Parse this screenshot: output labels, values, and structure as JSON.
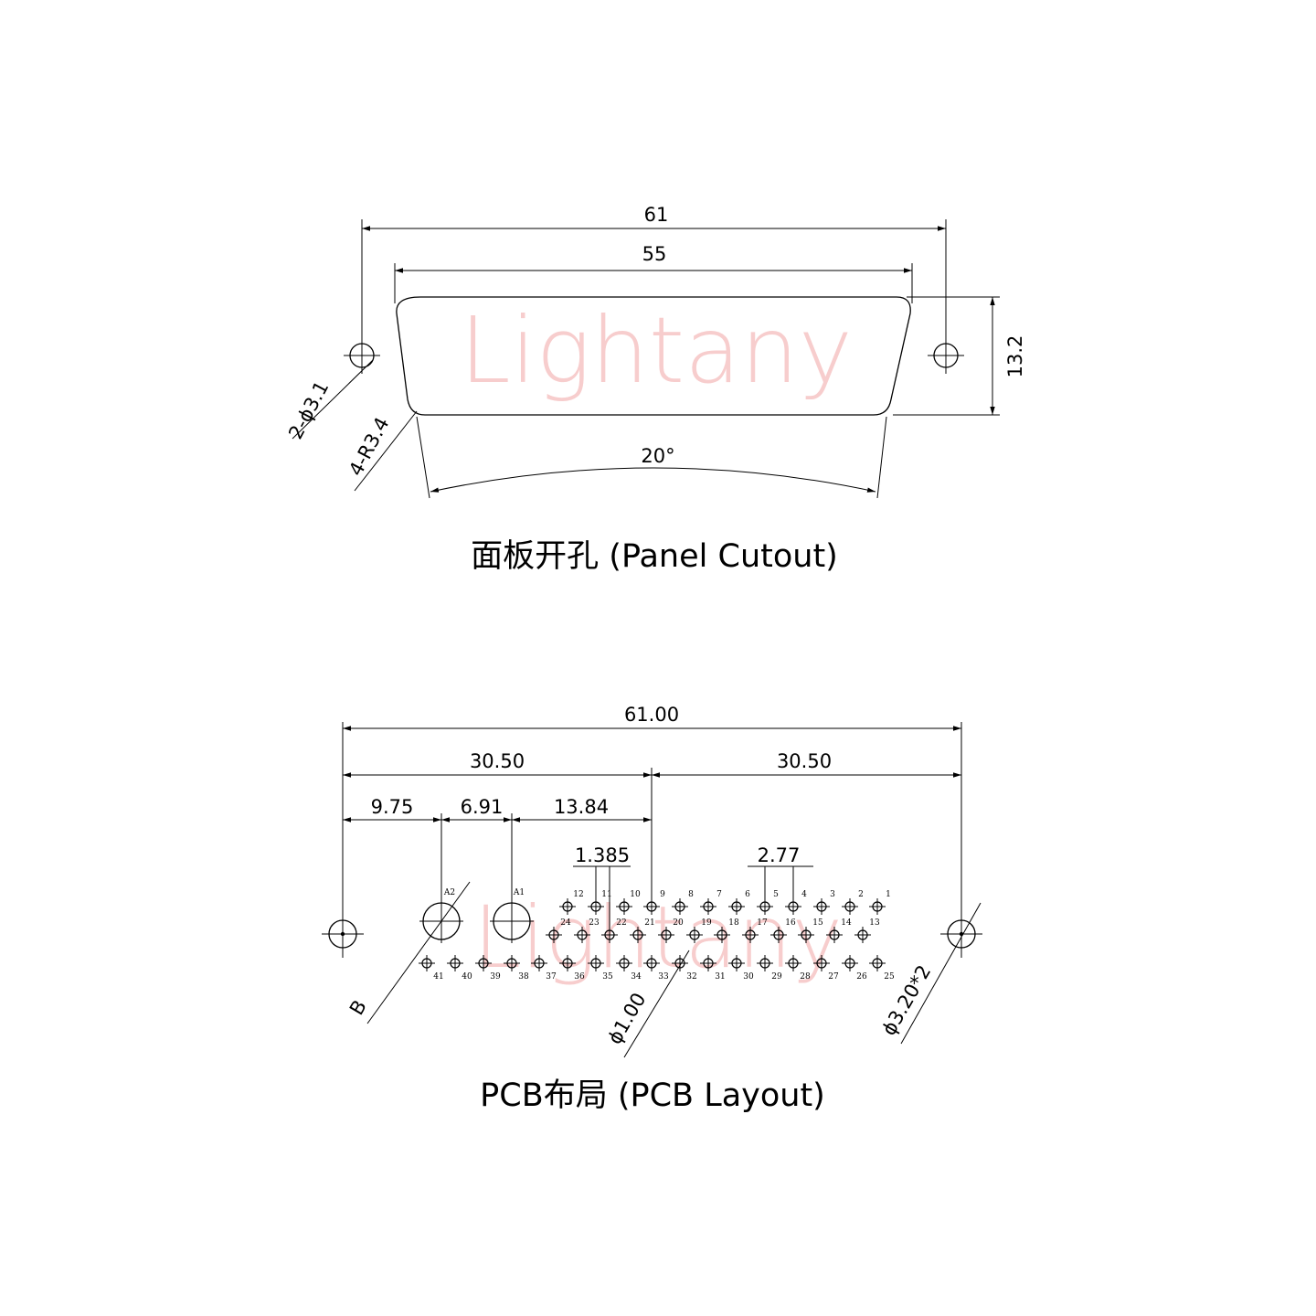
{
  "watermark": "Lightany",
  "panel": {
    "caption": "面板开孔 (Panel Cutout)",
    "dim_width_outer": "61",
    "dim_width_inner": "55",
    "dim_height": "13.2",
    "dim_holes": "2-ϕ3.1",
    "dim_radius": "4-R3.4",
    "dim_angle": "20°"
  },
  "pcb": {
    "caption": "PCB布局 (PCB Layout)",
    "dim_total": "61.00",
    "dim_half_left": "30.50",
    "dim_half_right": "30.50",
    "dim_a": "9.75",
    "dim_b": "6.91",
    "dim_c": "13.84",
    "dim_pitch_half": "1.385",
    "dim_pitch": "2.77",
    "dim_pin_hole": "ϕ1.00",
    "dim_mount_hole": "ϕ3.20*2",
    "label_b": "B",
    "label_a1": "A1",
    "label_a2": "A2",
    "row1_labels": [
      "12",
      "11",
      "10",
      "9",
      "8",
      "7",
      "6",
      "5",
      "4",
      "3",
      "2",
      "1"
    ],
    "row2_labels": [
      "24",
      "23",
      "22",
      "21",
      "20",
      "19",
      "18",
      "17",
      "16",
      "15",
      "14",
      "13"
    ],
    "row3_labels": [
      "41",
      "40",
      "39",
      "38",
      "37",
      "36",
      "35",
      "34",
      "33",
      "32",
      "31",
      "30",
      "29",
      "28",
      "27",
      "26",
      "25"
    ]
  }
}
